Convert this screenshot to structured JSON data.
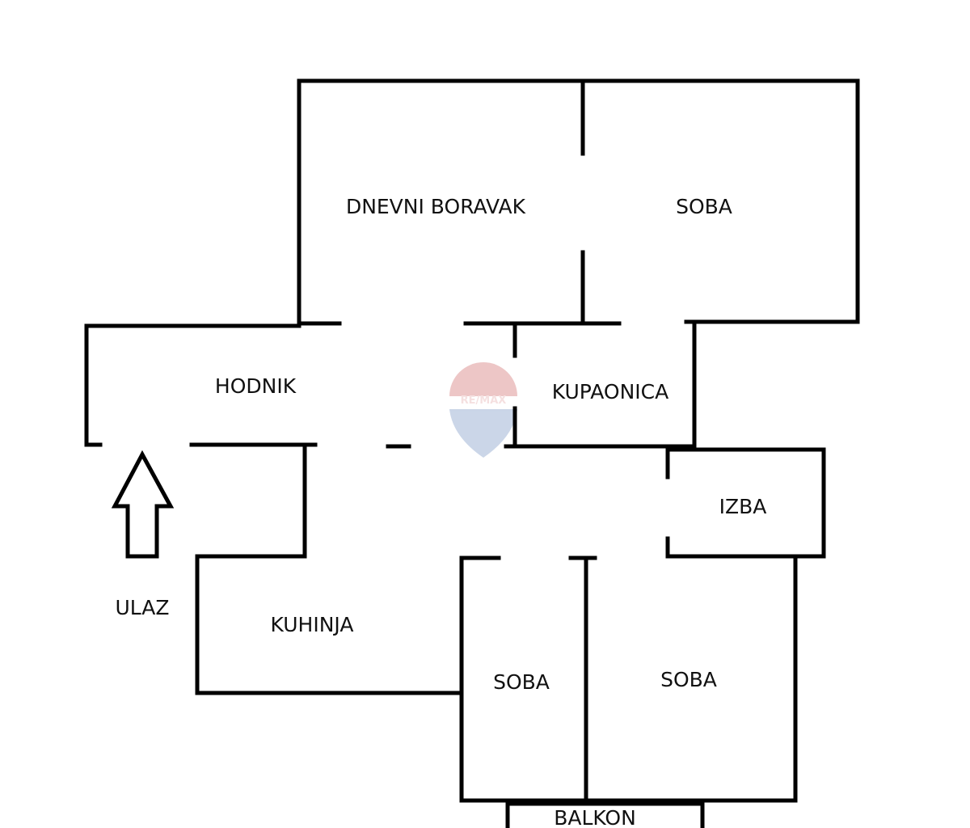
{
  "floorplan": {
    "rooms": {
      "dnevni_boravak": "DNEVNI BORAVAK",
      "soba_top": "SOBA",
      "hodnik": "HODNIK",
      "kupaonica": "KUPAONICA",
      "izba": "IZBA",
      "kuhinja": "KUHINJA",
      "soba_bottom_left": "SOBA",
      "soba_bottom_right": "SOBA",
      "balkon": "BALKON"
    },
    "entrance_label": "ULAZ",
    "watermark_text": "RE/MAX",
    "colors": {
      "wall": "#000000",
      "background": "#ffffff",
      "watermark_red": "#e8b4b4",
      "watermark_blue": "#b9c8e0"
    }
  }
}
